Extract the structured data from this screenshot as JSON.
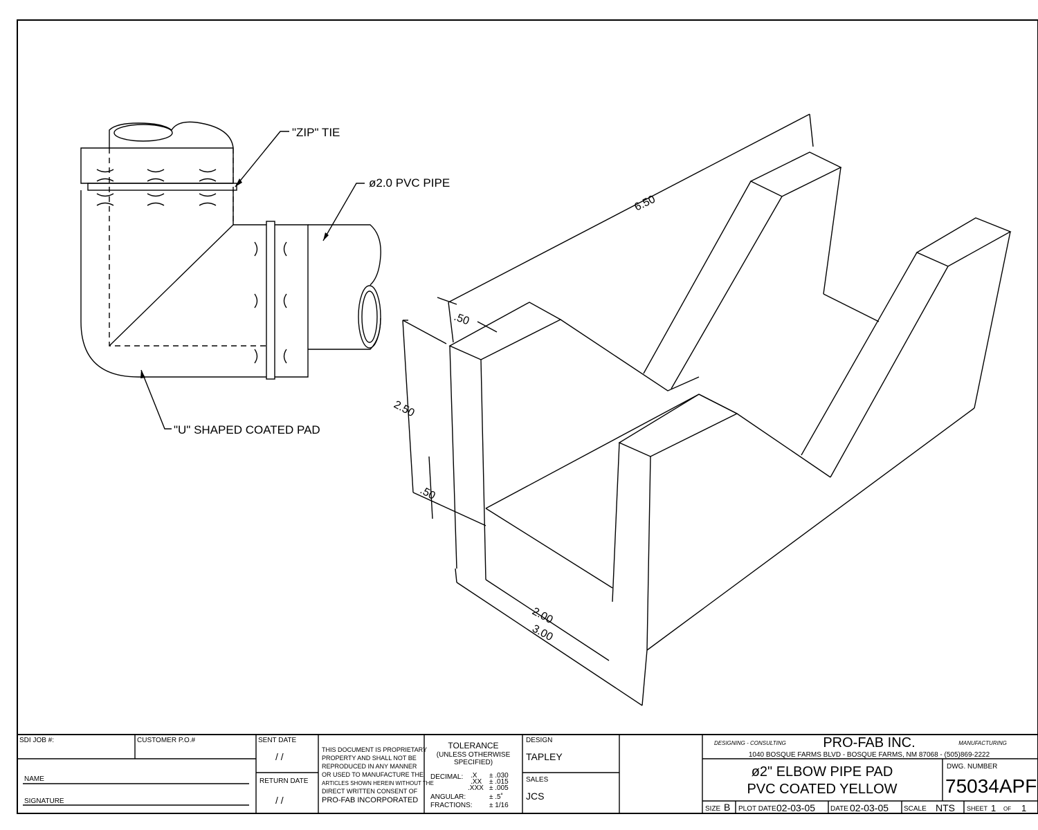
{
  "labels": {
    "zip_tie": "\"ZIP\" TIE",
    "pvc_pipe": "ø2.0 PVC PIPE",
    "u_pad": "\"U\" SHAPED COATED PAD"
  },
  "dimensions": {
    "length": "6.50",
    "top_width": ".50",
    "height": "2.50",
    "base_thickness": ".50",
    "inner_width": "2.00",
    "outer_width": "3.00"
  },
  "title_block": {
    "sdi_job": "SDI JOB #:",
    "customer_po": "CUSTOMER P.O.#",
    "sent_date": "SENT DATE",
    "sent_date_value": "/  /",
    "return_date": "RETURN DATE",
    "return_date_value": "/  /",
    "name": "NAME",
    "signature": "SIGNATURE",
    "proprietary": [
      "THIS DOCUMENT IS PROPRIETARY",
      "PROPERTY AND SHALL NOT BE",
      "REPRODUCED IN ANY MANNER",
      "OR USED TO MANUFACTURE THE",
      "ARTICLES SHOWN HEREIN WITHOUT THE",
      "DIRECT WRITTEN CONSENT OF",
      "PRO-FAB INCORPORATED"
    ],
    "tolerance": {
      "heading": "TOLERANCE",
      "sub1": "(UNLESS OTHERWISE",
      "sub2": "SPECIFIED)",
      "decimal_label": "DECIMAL:",
      "x": ".X",
      "x_val": "± .030",
      "xx": ".XX",
      "xx_val": "± .015",
      "xxx": ".XXX",
      "xxx_val": "± .005",
      "angular_label": "ANGULAR:",
      "angular_val": "± .5˚",
      "fractions_label": "FRACTIONS:",
      "fractions_val": "± 1/16"
    },
    "design_label": "DESIGN",
    "design_value": "TAPLEY",
    "sales_label": "SALES",
    "sales_value": "JCS",
    "designing": "DESIGNING - CONSULTING",
    "company": "PRO-FAB INC.",
    "manufacturing": "MANUFACTURING",
    "address": "1040 BOSQUE FARMS BLVD - BOSQUE FARMS, NM 87068 - (505)869-2222",
    "title_line1": "ø2\" ELBOW PIPE PAD",
    "title_line2": "PVC COATED YELLOW",
    "dwg_label": "DWG. NUMBER",
    "dwg_number": "75034APF",
    "size_label": "SIZE",
    "size_value": "B",
    "plot_date_label": "PLOT DATE",
    "plot_date_value": "02-03-05",
    "date_label": "DATE",
    "date_value": "02-03-05",
    "scale_label": "SCALE",
    "scale_value": "NTS",
    "sheet_label": "SHEET",
    "sheet_value": "1",
    "of_label": "OF",
    "of_value": "1"
  }
}
